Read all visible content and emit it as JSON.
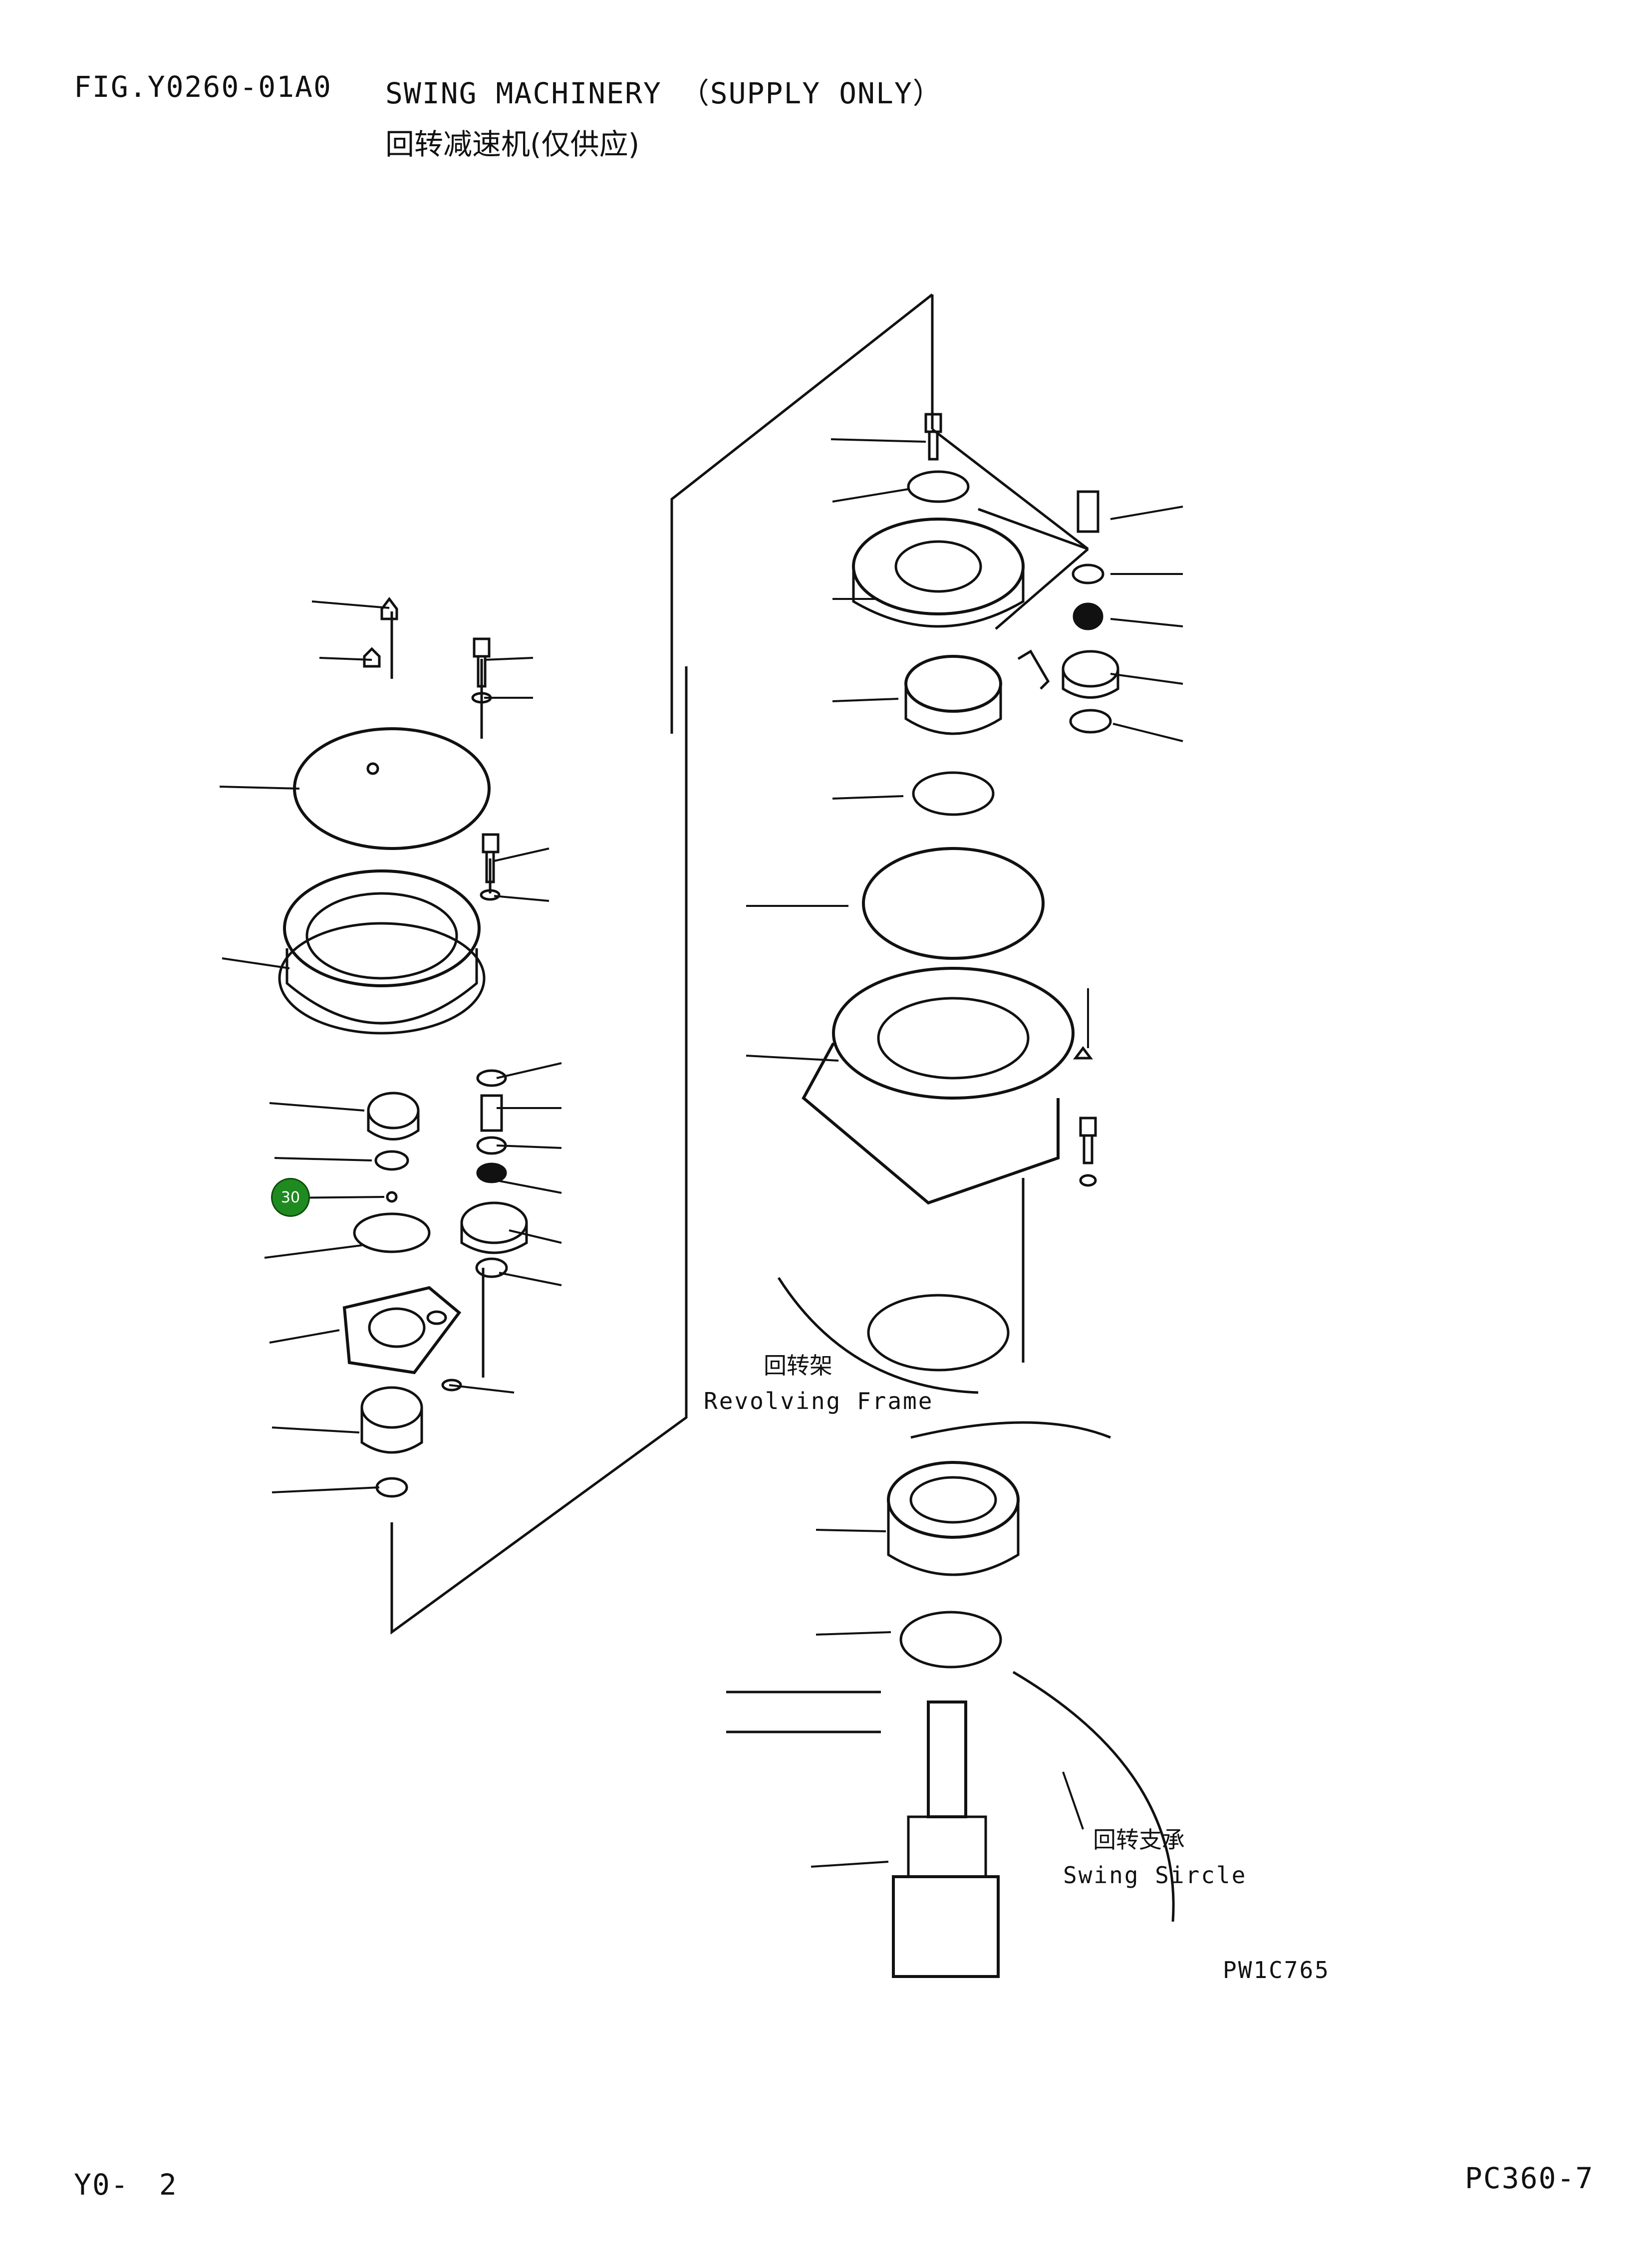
{
  "header": {
    "fig_number": "FIG.Y0260-01A0",
    "title_en": "SWING MACHINERY （SUPPLY ONLY）",
    "title_cn": "回转减速机(仅供应)"
  },
  "labels": {
    "revolving_frame_cn": "回转架",
    "revolving_frame_en": "Revolving Frame",
    "swing_circle_cn": "回转支承",
    "swing_circle_en": "Swing Sircle",
    "drawing_code": "PW1C765"
  },
  "callout": {
    "item_number": "30"
  },
  "footer": {
    "page": "Y0-　2",
    "model": "PC360-7"
  }
}
